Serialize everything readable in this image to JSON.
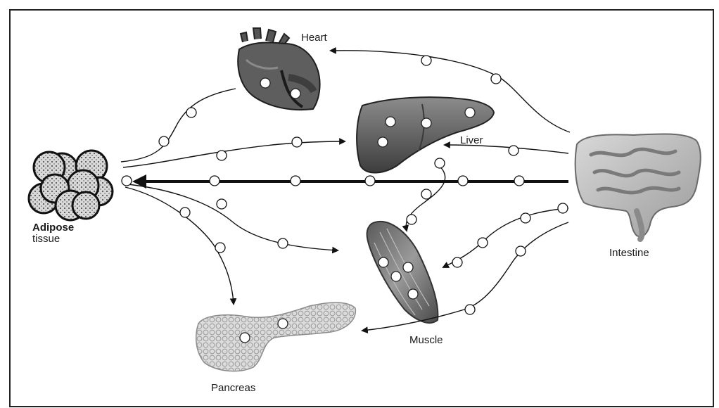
{
  "labels": {
    "heart": "Heart",
    "liver": "Liver",
    "adipose_line1": "Adipose",
    "adipose_line2": "tissue",
    "intestine": "Intestine",
    "muscle": "Muscle",
    "pancreas": "Pancreas"
  },
  "organs": [
    {
      "name": "Heart",
      "icon": "heart-icon"
    },
    {
      "name": "Liver",
      "icon": "liver-icon"
    },
    {
      "name": "Adipose tissue",
      "icon": "adipose-tissue-icon"
    },
    {
      "name": "Intestine",
      "icon": "intestine-icon"
    },
    {
      "name": "Muscle",
      "icon": "muscle-icon"
    },
    {
      "name": "Pancreas",
      "icon": "pancreas-icon"
    }
  ],
  "connections": [
    {
      "from": "Intestine",
      "to": "Heart"
    },
    {
      "from": "Adipose tissue",
      "to": "Heart"
    },
    {
      "from": "Adipose tissue",
      "to": "Liver"
    },
    {
      "from": "Intestine",
      "to": "Liver"
    },
    {
      "from": "Intestine",
      "to": "Adipose tissue"
    },
    {
      "from": "Adipose tissue",
      "to": "Muscle"
    },
    {
      "from": "Adipose tissue",
      "to": "Pancreas"
    },
    {
      "from": "Liver",
      "to": "Muscle"
    },
    {
      "from": "Intestine",
      "to": "Muscle"
    },
    {
      "from": "Intestine",
      "to": "Pancreas"
    }
  ],
  "colors": {
    "frame": "#222222",
    "line": "#111111",
    "marker_fill": "#ffffff"
  }
}
